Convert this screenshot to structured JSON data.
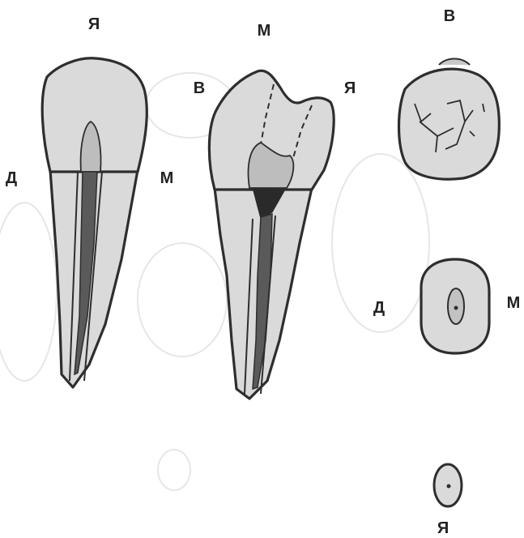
{
  "figure": {
    "labels": {
      "view1_top": "Я",
      "view1_left": "Д",
      "view1_right": "М",
      "view2_top": "М",
      "view2_left": "В",
      "view2_right": "Я",
      "occlusal_top": "В",
      "cross_left": "Д",
      "cross_right": "М",
      "apex_bottom": "Я"
    },
    "colors": {
      "outline": "#2e2e2e",
      "fill": "#dadada",
      "canal": "#5a5a5a"
    }
  }
}
